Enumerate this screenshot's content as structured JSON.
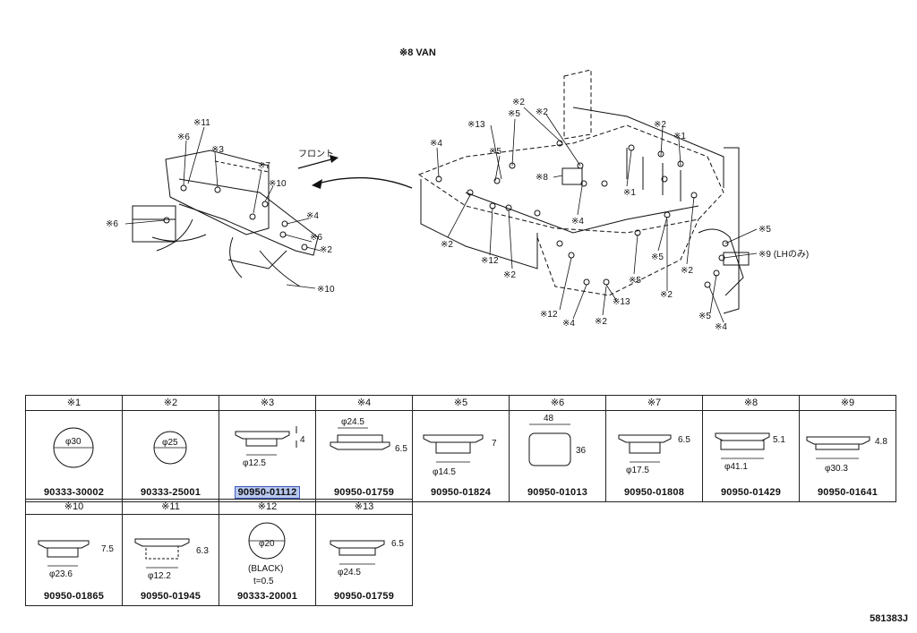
{
  "diagram": {
    "van_title": "※8 VAN",
    "front_label": "フロント",
    "callouts": [
      "※11",
      "※6",
      "※3",
      "※7",
      "※10",
      "※4",
      "※6",
      "※2",
      "※10",
      "※6",
      "※2",
      "※5",
      "※2",
      "※13",
      "※5",
      "※8",
      "※1",
      "※2",
      "※1",
      "※4",
      "※4",
      "※2",
      "※12",
      "※2",
      "※5",
      "※9 (LHのみ)",
      "※5",
      "※2",
      "※5",
      "※13",
      "※12",
      "※4",
      "※2",
      "※2",
      "※5",
      "※4"
    ]
  },
  "parts_row1": [
    {
      "ref": "※1",
      "part": "90333-30002",
      "dims": [
        "φ30"
      ]
    },
    {
      "ref": "※2",
      "part": "90333-25001",
      "dims": [
        "φ25"
      ]
    },
    {
      "ref": "※3",
      "part": "90950-01112",
      "dims": [
        "4",
        "φ12.5"
      ],
      "selected": true
    },
    {
      "ref": "※4",
      "part": "90950-01759",
      "dims": [
        "φ24.5",
        "6.5"
      ]
    },
    {
      "ref": "※5",
      "part": "90950-01824",
      "dims": [
        "7",
        "φ14.5"
      ]
    },
    {
      "ref": "※6",
      "part": "90950-01013",
      "dims": [
        "48",
        "36"
      ]
    },
    {
      "ref": "※7",
      "part": "90950-01808",
      "dims": [
        "6.5",
        "φ17.5"
      ]
    },
    {
      "ref": "※8",
      "part": "90950-01429",
      "dims": [
        "5.1",
        "φ41.1"
      ]
    },
    {
      "ref": "※9",
      "part": "90950-01641",
      "dims": [
        "4.8",
        "φ30.3"
      ]
    }
  ],
  "parts_row2": [
    {
      "ref": "※10",
      "part": "90950-01865",
      "dims": [
        "7.5",
        "φ23.6"
      ]
    },
    {
      "ref": "※11",
      "part": "90950-01945",
      "dims": [
        "6.3",
        "φ12.2"
      ]
    },
    {
      "ref": "※12",
      "part": "90333-20001",
      "dims": [
        "φ20",
        "(BLACK)",
        "t=0.5"
      ]
    },
    {
      "ref": "※13",
      "part": "90950-01759",
      "dims": [
        "6.5",
        "φ24.5"
      ]
    }
  ],
  "figure_number": "581383J"
}
